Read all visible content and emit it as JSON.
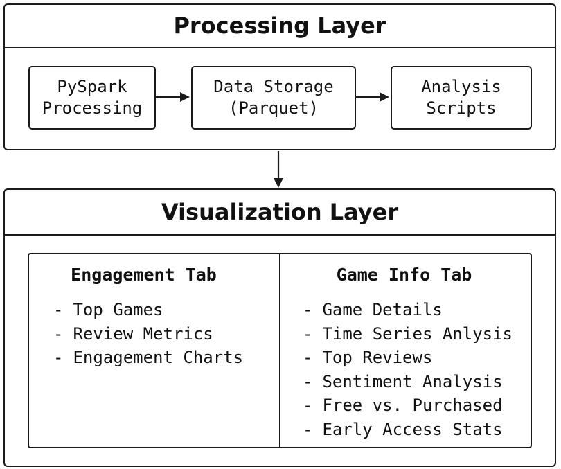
{
  "processing_layer": {
    "title": "Processing Layer",
    "steps": [
      {
        "lines": [
          "PySpark",
          "Processing"
        ]
      },
      {
        "lines": [
          "Data Storage",
          "(Parquet)"
        ]
      },
      {
        "lines": [
          "Analysis",
          "Scripts"
        ]
      }
    ]
  },
  "visualization_layer": {
    "title": "Visualization Layer",
    "tabs": [
      {
        "heading": "Engagement Tab",
        "items": [
          "Top Games",
          "Review Metrics",
          "Engagement Charts"
        ]
      },
      {
        "heading": "Game Info Tab",
        "items": [
          "Game Details",
          "Time Series Anlysis",
          "Top Reviews",
          "Sentiment Analysis",
          "Free vs. Purchased",
          "Early Access Stats"
        ]
      }
    ]
  },
  "list_bullet": "-",
  "colors": {
    "line": "#1a1a1a",
    "text": "#111111",
    "background": "#ffffff"
  }
}
